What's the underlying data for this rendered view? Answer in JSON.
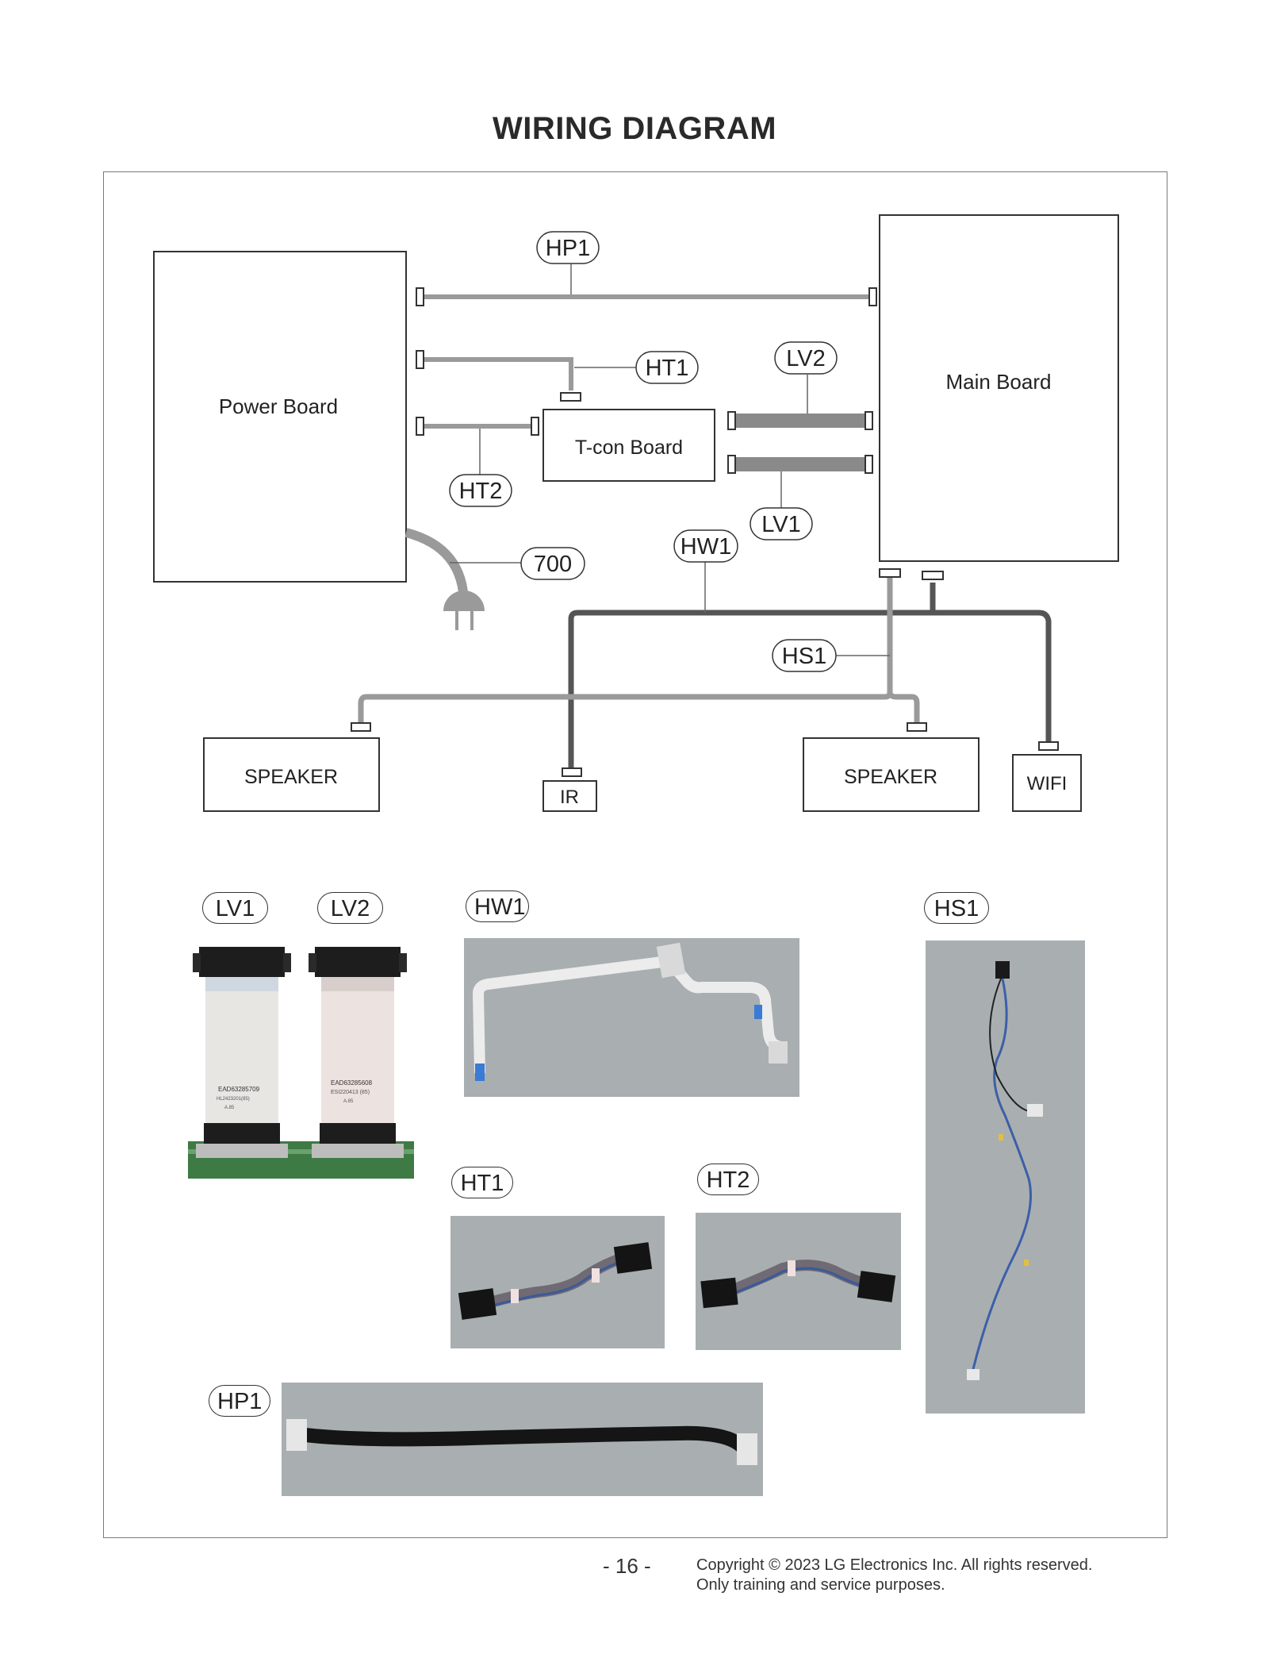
{
  "title": "WIRING DIAGRAM",
  "boards": {
    "power": "Power Board",
    "main": "Main Board",
    "tcon": "T-con Board",
    "speaker_left": "SPEAKER",
    "speaker_right": "SPEAKER",
    "ir": "IR",
    "wifi": "WIFI"
  },
  "cables": {
    "hp1": "HP1",
    "ht1": "HT1",
    "ht2": "HT2",
    "lv1": "LV1",
    "lv2": "LV2",
    "hw1": "HW1",
    "hs1": "HS1",
    "ac": "700"
  },
  "photo_labels": {
    "lv1": "LV1",
    "lv2": "LV2",
    "hw1": "HW1",
    "hs1": "HS1",
    "ht1": "HT1",
    "ht2": "HT2",
    "hp1": "HP1"
  },
  "photo_text": {
    "lv1_code": "EAD63285709",
    "lv1_sub": "HL2423201(85)",
    "lv1_grade": "A.85",
    "lv2_code": "EAD63285608",
    "lv2_sub": "ESI220413 (85)",
    "lv2_grade": "A.85"
  },
  "colors": {
    "cable_light": "#9a9a9a",
    "cable_dark": "#555555",
    "photo_background": "#a9aeb1"
  },
  "footer": {
    "page": "- 16 -",
    "copyright_line1": "Copyright © 2023 LG Electronics Inc. All rights reserved.",
    "copyright_line2": "Only training and service purposes."
  }
}
